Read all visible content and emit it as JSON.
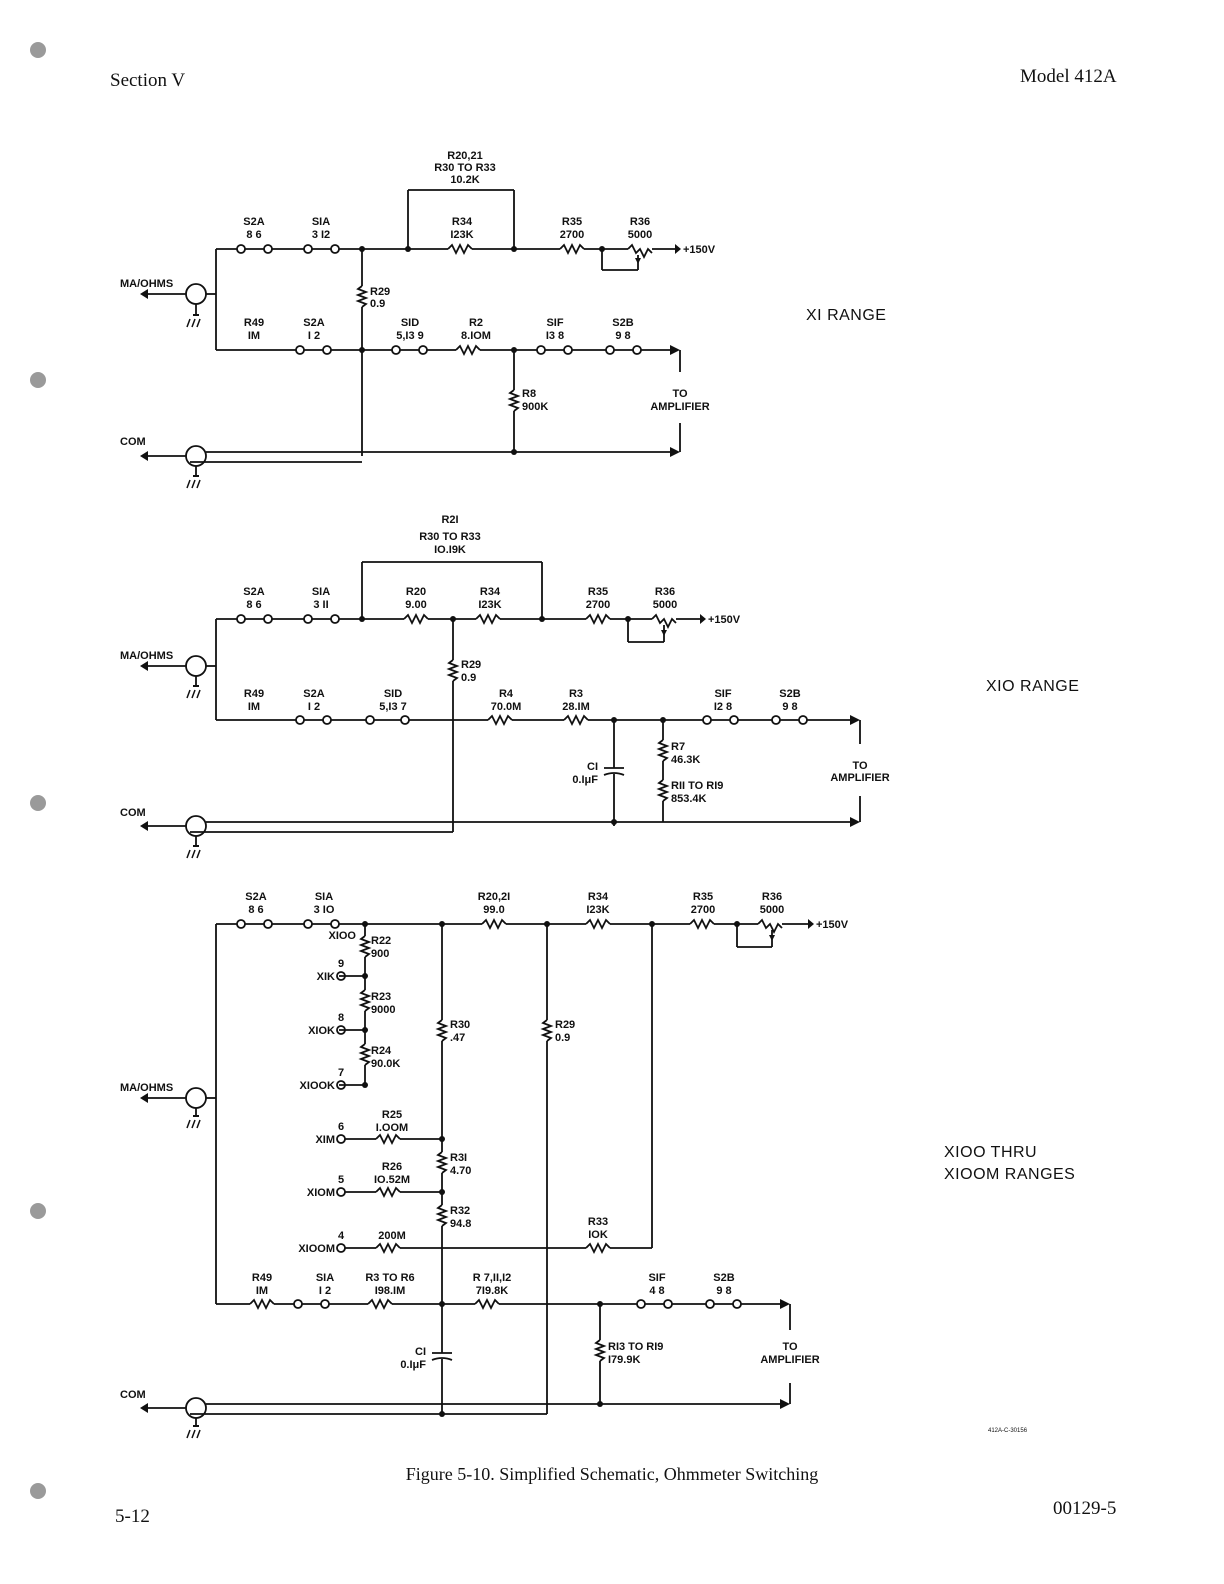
{
  "header": {
    "section": "Section V",
    "model": "Model 412A"
  },
  "footer": {
    "page": "5-12",
    "code": "00129-5"
  },
  "caption": "Figure 5-10.  Simplified Schematic, Ohmmeter Switching",
  "drawing_id": "412A-C-30156",
  "common": {
    "ma_ohms": "MA/OHMS",
    "com": "COM",
    "to": "TO",
    "amplifier": "AMPLIFIER",
    "plus150": "+150V"
  },
  "range1": {
    "title": "XI RANGE",
    "par_ref": "R20,21",
    "par_sub": "R30 TO R33",
    "par_val": "10.2K",
    "s2a": "S2A",
    "s2a_pins": "8   6",
    "s1a": "SIA",
    "s1a_pins": "3   I2",
    "r34": "R34",
    "r34v": "I23K",
    "r35": "R35",
    "r35v": "2700",
    "r36": "R36",
    "r36v": "5000",
    "r29": "R29",
    "r29v": "0.9",
    "r49": "R49",
    "r49v": "IM",
    "s2a2": "S2A",
    "s2a2_pins": "I   2",
    "s1d": "SID",
    "s1d_pins": "5,I3  9",
    "r2": "R2",
    "r2v": "8.IOM",
    "s1f": "SIF",
    "s1f_pins": "I3   8",
    "s2b": "S2B",
    "s2b_pins": "9   8",
    "r8": "R8",
    "r8v": "900K"
  },
  "range2": {
    "title": "XIO  RANGE",
    "par_ref": "R2I",
    "par_sub": "R30 TO R33",
    "par_val": "IO.I9K",
    "s2a": "S2A",
    "s2a_pins": "8   6",
    "s1a": "SIA",
    "s1a_pins": "3   II",
    "r20": "R20",
    "r20v": "9.00",
    "r34": "R34",
    "r34v": "I23K",
    "r35": "R35",
    "r35v": "2700",
    "r36": "R36",
    "r36v": "5000",
    "r29": "R29",
    "r29v": "0.9",
    "r49": "R49",
    "r49v": "IM",
    "s2a2": "S2A",
    "s2a2_pins": "I   2",
    "s1d": "SID",
    "s1d_pins": "5,I3  7",
    "r4": "R4",
    "r4v": "70.0M",
    "r3": "R3",
    "r3v": "28.IM",
    "s1f": "SIF",
    "s1f_pins": "I2   8",
    "s2b": "S2B",
    "s2b_pins": "9   8",
    "c1": "CI",
    "c1v": "0.IμF",
    "r7": "R7",
    "r7v": "46.3K",
    "r11": "RII TO RI9",
    "r11v": "853.4K"
  },
  "range3": {
    "title1": "XIOO   THRU",
    "title2": "XIOOM   RANGES",
    "s2a": "S2A",
    "s2a_pins": "8   6",
    "s1a": "SIA",
    "s1a_pins": "3   IO",
    "r2021": "R20,2I",
    "r2021v": "99.0",
    "r34": "R34",
    "r34v": "I23K",
    "r35": "R35",
    "r35v": "2700",
    "r36": "R36",
    "r36v": "5000",
    "x100": "XIOO",
    "x1k": "XIK",
    "x10k": "XIOK",
    "x100k": "XIOOK",
    "x1m": "XIM",
    "x10m": "XIOM",
    "x100m": "XIOOM",
    "p9": "9",
    "p8": "8",
    "p7": "7",
    "p6": "6",
    "p5": "5",
    "p4": "4",
    "r22": "R22",
    "r22v": "900",
    "r23": "R23",
    "r23v": "9000",
    "r24": "R24",
    "r24v": "90.0K",
    "r25": "R25",
    "r25v": "I.OOM",
    "r26": "R26",
    "r26v": "IO.52M",
    "r200": "200M",
    "r30": "R30",
    "r30v": ".47",
    "r29": "R29",
    "r29v": "0.9",
    "r31": "R3I",
    "r31v": "4.70",
    "r32": "R32",
    "r32v": "94.8",
    "r33": "R33",
    "r33v": "IOK",
    "r49": "R49",
    "r49v": "IM",
    "s1a2": "SIA",
    "s1a2_pins": "I   2",
    "r3": "R3 TO R6",
    "r3v": "I98.IM",
    "r7": "R 7,II,I2",
    "r7v": "7I9.8K",
    "s1f": "SIF",
    "s1f_pins": "4   8",
    "s2b": "S2B",
    "s2b_pins": "9   8",
    "c1": "CI",
    "c1v": "0.IμF",
    "r13": "RI3 TO RI9",
    "r13v": "I79.9K"
  }
}
